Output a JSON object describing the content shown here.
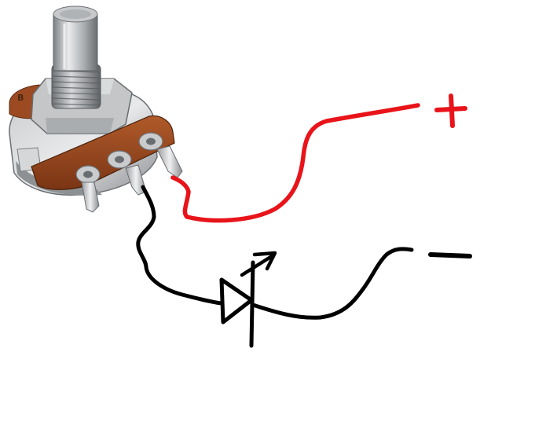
{
  "potentiometer": {
    "body_marking": "B"
  },
  "terminals": {
    "positive_symbol": "+",
    "negative_symbol": "−"
  },
  "colors": {
    "positive_wire": "#e8141a",
    "negative_wire": "#000000",
    "led_stroke": "#000000",
    "pot_board": "#9c4a22",
    "pot_metal": "#b9bcbf",
    "background": "#ffffff"
  },
  "components": [
    "potentiometer",
    "led",
    "positive-wire",
    "negative-wire"
  ]
}
